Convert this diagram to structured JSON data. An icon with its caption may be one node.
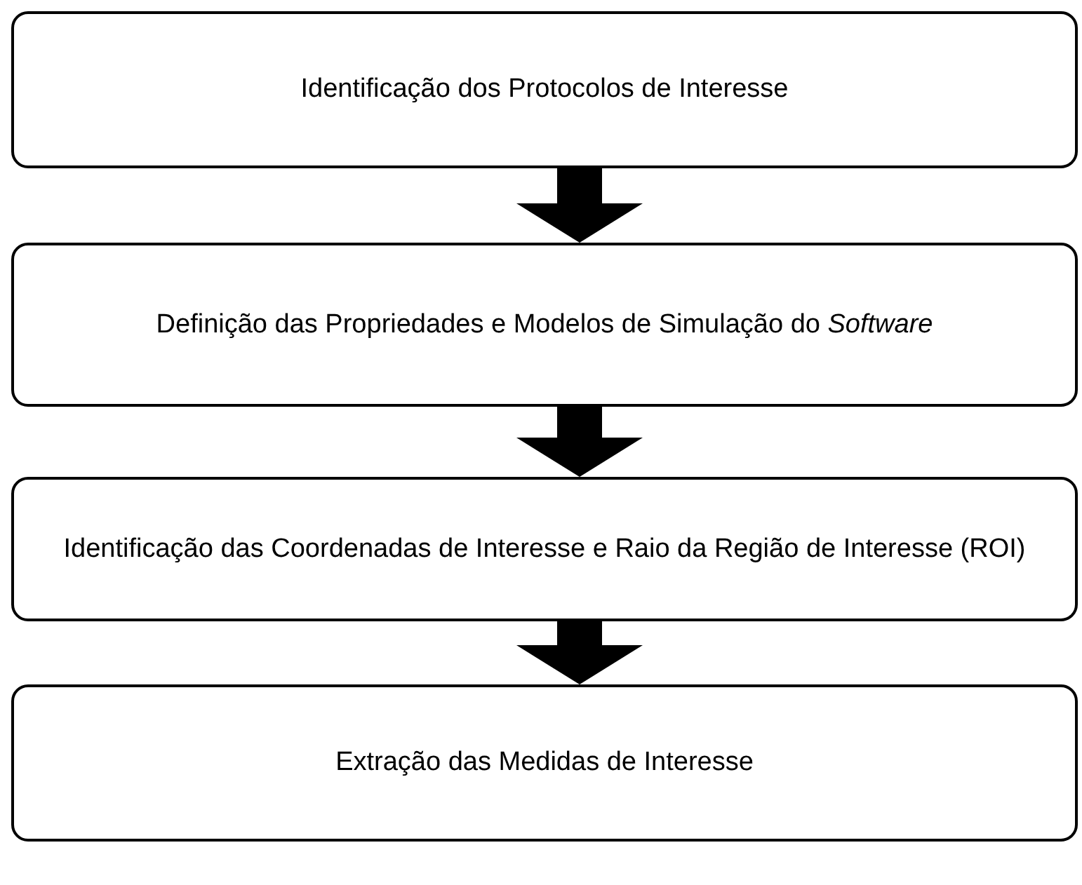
{
  "diagram": {
    "nodes": [
      {
        "text": [
          "Identificação dos Protocolos de Interesse"
        ]
      },
      {
        "text": [
          "Definição das Propriedades e Modelos de Simulação do *Software*"
        ]
      },
      {
        "text": [
          "Identificação das Coordenadas de Interesse e Raio da Região de Interesse (ROI)"
        ]
      },
      {
        "text": [
          "Extração das Medidas de Interesse"
        ]
      }
    ],
    "edges": [
      {
        "from": 0,
        "to": 1,
        "arrow": "to"
      },
      {
        "from": 1,
        "to": 2,
        "arrow": "to"
      },
      {
        "from": 2,
        "to": 3,
        "arrow": "to"
      }
    ]
  }
}
